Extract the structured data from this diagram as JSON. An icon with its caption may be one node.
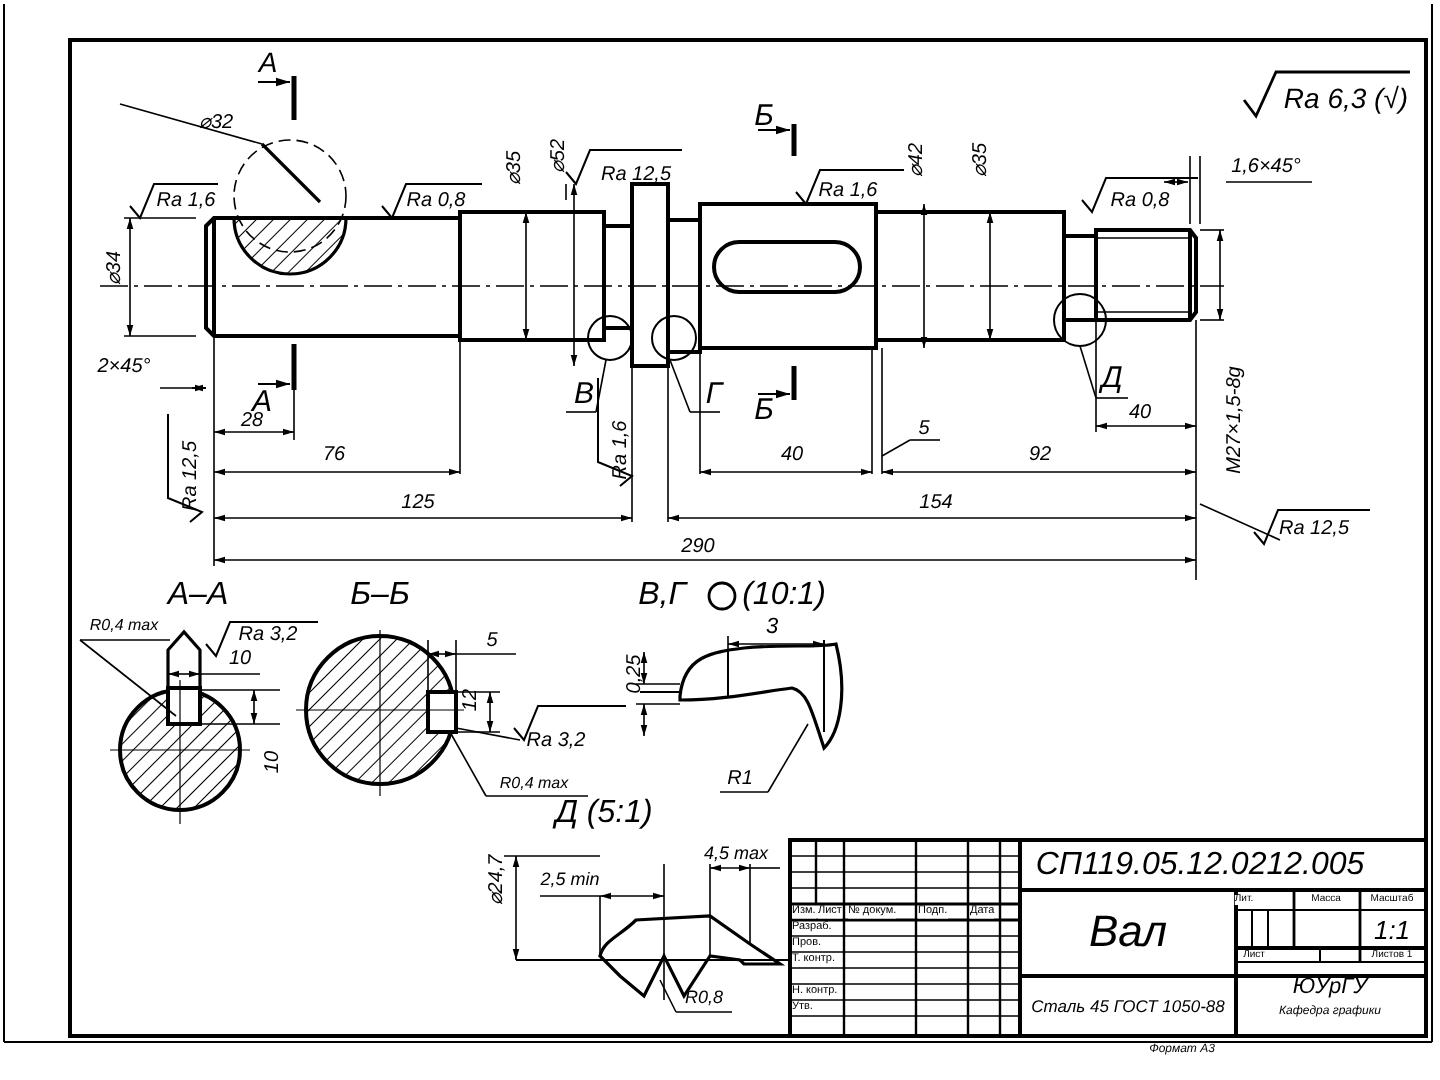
{
  "diagram": {
    "labels": [
      "А",
      "⌀32",
      "⌀35",
      "⌀52",
      "Ra 12,5",
      "Б",
      "Ra 1,6",
      "⌀42",
      "⌀35",
      "Ra 6,3 (√)",
      "1,6×45°",
      "Ra 1,6",
      "Ra 0,8",
      "Ra 0,8",
      "⌀34",
      "В",
      "Г",
      "Д",
      "Б",
      "2×45°",
      "А",
      "28",
      "Ra 1,6",
      "40",
      "5",
      "92",
      "40",
      "M27×1,5-8g",
      "76",
      "Ra 12,5",
      "125",
      "154",
      "290",
      "Ra 12,5",
      "А–А",
      "Б–Б",
      "В,Г",
      "(10:1)",
      "R0,4 max",
      "Ra 3,2",
      "10",
      "10",
      "5",
      "12",
      "Ra 3,2",
      "R0,4 max",
      "0,25",
      "3",
      "R1",
      "Д (5:1)",
      "⌀24,7",
      "2,5 min",
      "4,5 max",
      "R0,8",
      "СП119.05.12.0212.005",
      "Изм.",
      "Лист",
      "№ докум.",
      "Подп.",
      "Дата",
      "Разраб.",
      "Пров.",
      "Т. контр.",
      "Н. контр.",
      "Утв.",
      "Вал",
      "Лит.",
      "Масса",
      "Масштаб",
      "1:1",
      "Лист",
      "Листов 1",
      "Сталь 45 ГОСТ 1050-88",
      "ЮУрГУ",
      "Кафедра графики",
      "Формат А3"
    ]
  }
}
